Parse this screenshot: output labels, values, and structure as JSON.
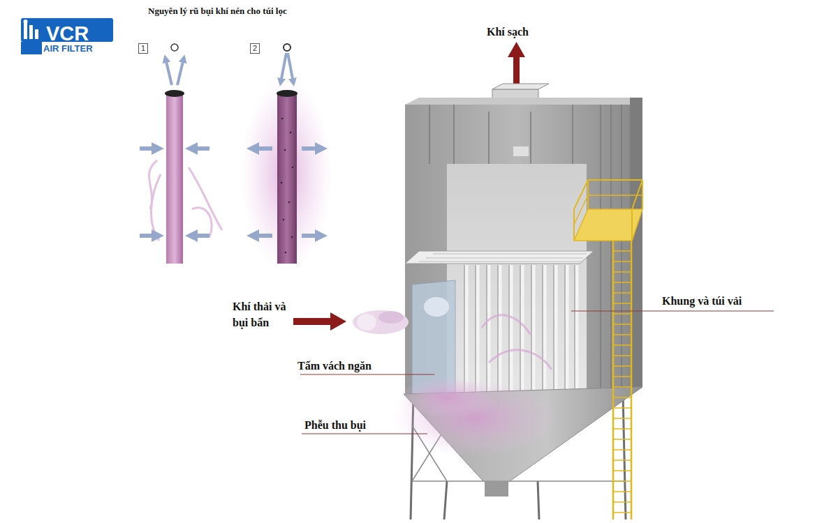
{
  "diagram": {
    "title": "Nguyên lý rũ bụi khí nén cho túi lọc",
    "nodes": [
      {
        "text": [
          "1"
        ]
      },
      {
        "text": [
          "2"
        ]
      }
    ],
    "labels": [
      "VCR",
      "AIR FILTER",
      "Khí sạch",
      "Khí thải và bụi bẩn",
      "Tấm vách ngăn",
      "Khung và túi vải",
      "Phễu thu bụi"
    ]
  }
}
